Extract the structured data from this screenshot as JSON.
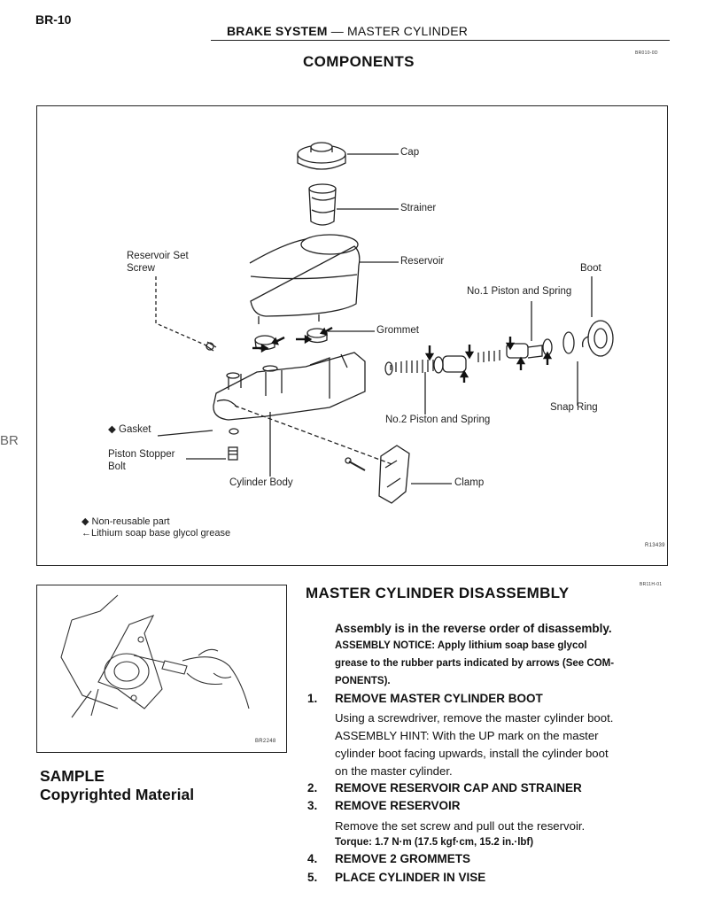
{
  "page": {
    "page_number": "BR-10",
    "header": {
      "section": "BRAKE SYSTEM",
      "separator": " — ",
      "subsection": "MASTER CYLINDER"
    },
    "side_tab": "BR",
    "components_code": "BR010-0D",
    "disassembly_code": "BR11H-01"
  },
  "components": {
    "title": "COMPONENTS",
    "labels": {
      "cap": "Cap",
      "strainer": "Strainer",
      "reservoir_set_screw_1": "Reservoir Set",
      "reservoir_set_screw_2": "Screw",
      "reservoir": "Reservoir",
      "boot": "Boot",
      "no1_piston": "No.1 Piston and Spring",
      "grommet": "Grommet",
      "snap_ring": "Snap Ring",
      "no2_piston": "No.2 Piston and Spring",
      "gasket": "◆ Gasket",
      "piston_stopper_1": "Piston Stopper",
      "piston_stopper_2": "Bolt",
      "cylinder_body": "Cylinder Body",
      "clamp": "Clamp"
    },
    "legend": {
      "non_reusable": "◆ Non-reusable part",
      "grease": "Lithium soap base glycol grease"
    },
    "figure_code": "R13439"
  },
  "photo": {
    "figure_code": "BR2248"
  },
  "watermark": {
    "line1": "SAMPLE",
    "line2": "Copyrighted Material"
  },
  "disassembly": {
    "title": "MASTER CYLINDER DISASSEMBLY",
    "intro": "Assembly is in the reverse order of disassembly.",
    "notice_line1": "ASSEMBLY NOTICE: Apply lithium soap base glycol",
    "notice_line2": "grease to the rubber parts indicated by arrows (See COM-",
    "notice_line3": "PONENTS).",
    "steps": [
      {
        "num": "1.",
        "title": "REMOVE MASTER CYLINDER BOOT",
        "body": [
          "Using a screwdriver, remove the master cylinder boot.",
          "ASSEMBLY HINT: With the UP mark on the master",
          "cylinder boot facing upwards, install the cylinder boot",
          "on the master cylinder."
        ]
      },
      {
        "num": "2.",
        "title": "REMOVE RESERVOIR CAP AND STRAINER"
      },
      {
        "num": "3.",
        "title": "REMOVE RESERVOIR",
        "body": [
          "Remove the set screw and pull out the reservoir."
        ],
        "torque": "Torque: 1.7 N·m (17.5 kgf·cm, 15.2 in.·lbf)"
      },
      {
        "num": "4.",
        "title": "REMOVE 2 GROMMETS"
      },
      {
        "num": "5.",
        "title": "PLACE CYLINDER IN VISE"
      }
    ]
  }
}
